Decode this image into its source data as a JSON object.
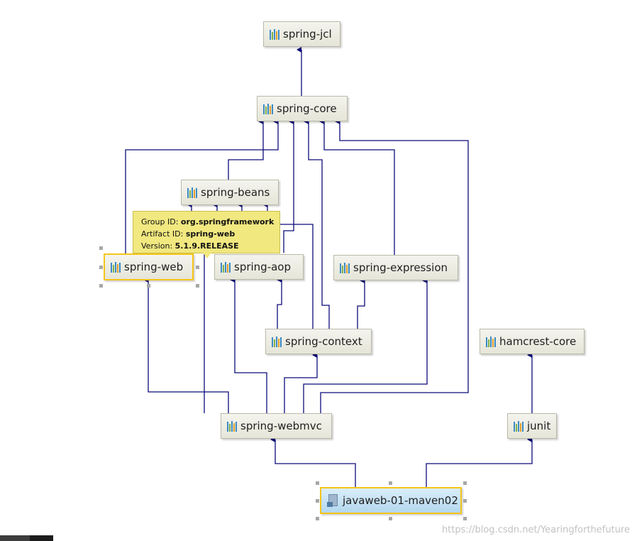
{
  "nodes": {
    "spring_jcl": "spring-jcl",
    "spring_core": "spring-core",
    "spring_beans": "spring-beans",
    "spring_web": "spring-web",
    "spring_aop": "spring-aop",
    "spring_expression": "spring-expression",
    "spring_context": "spring-context",
    "hamcrest_core": "hamcrest-core",
    "spring_webmvc": "spring-webmvc",
    "junit": "junit",
    "module": "javaweb-01-maven02"
  },
  "tooltip": {
    "group_label": "Group ID: ",
    "group_value": "org.springframework",
    "artifact_label": "Artifact ID: ",
    "artifact_value": "spring-web",
    "version_label": "Version: ",
    "version_value": "5.1.9.RELEASE"
  },
  "watermark": "https://blog.csdn.net/Yearingforthefuture",
  "colors": {
    "edge": "#0a0a7a",
    "selection": "#f5c518",
    "tooltip_bg": "#f1e880",
    "node_bg": "#e6e5d8",
    "module_bg": "#b3d7ee"
  },
  "edges": [
    [
      "spring-core",
      "spring-jcl"
    ],
    [
      "spring-beans",
      "spring-core"
    ],
    [
      "spring-web",
      "spring-core"
    ],
    [
      "spring-web",
      "spring-beans"
    ],
    [
      "spring-aop",
      "spring-core"
    ],
    [
      "spring-aop",
      "spring-beans"
    ],
    [
      "spring-expression",
      "spring-core"
    ],
    [
      "spring-context",
      "spring-core"
    ],
    [
      "spring-context",
      "spring-beans"
    ],
    [
      "spring-context",
      "spring-aop"
    ],
    [
      "spring-context",
      "spring-expression"
    ],
    [
      "spring-webmvc",
      "spring-core"
    ],
    [
      "spring-webmvc",
      "spring-beans"
    ],
    [
      "spring-webmvc",
      "spring-web"
    ],
    [
      "spring-webmvc",
      "spring-aop"
    ],
    [
      "spring-webmvc",
      "spring-context"
    ],
    [
      "spring-webmvc",
      "spring-expression"
    ],
    [
      "junit",
      "hamcrest-core"
    ],
    [
      "javaweb-01-maven02",
      "spring-webmvc"
    ],
    [
      "javaweb-01-maven02",
      "junit"
    ]
  ]
}
